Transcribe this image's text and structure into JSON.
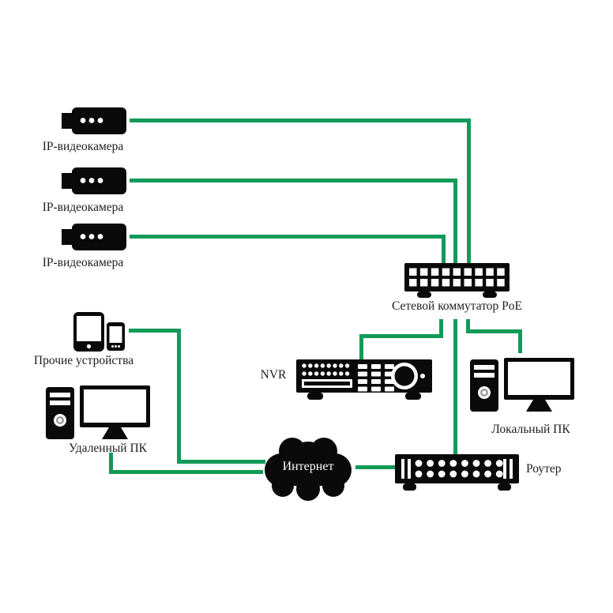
{
  "diagram_type": "ip-video-surveillance-network",
  "colors": {
    "line": "#129a58",
    "device": "#0a0a0a",
    "text": "#1e1e1e",
    "bg": "#ffffff"
  },
  "nodes": {
    "cameras": [
      {
        "label": "IP-видеокамера"
      },
      {
        "label": "IP-видеокамера"
      },
      {
        "label": "IP-видеокамера"
      }
    ],
    "other_devices": {
      "label": "Прочие устройства"
    },
    "remote_pc": {
      "label": "Удаленный ПК"
    },
    "nvr": {
      "label": "NVR"
    },
    "poe_switch": {
      "label": "Сетевой коммутатор PoE"
    },
    "internet": {
      "label": "Интернет"
    },
    "router": {
      "label": "Роутер"
    },
    "local_pc": {
      "label": "Локальный ПК"
    }
  },
  "connections": [
    {
      "from": "ip-camera-1",
      "to": "poe-switch"
    },
    {
      "from": "ip-camera-2",
      "to": "poe-switch"
    },
    {
      "from": "ip-camera-3",
      "to": "poe-switch"
    },
    {
      "from": "poe-switch",
      "to": "nvr"
    },
    {
      "from": "poe-switch",
      "to": "router"
    },
    {
      "from": "poe-switch",
      "to": "local-pc"
    },
    {
      "from": "other-devices",
      "to": "internet"
    },
    {
      "from": "remote-pc",
      "to": "internet"
    },
    {
      "from": "internet",
      "to": "router"
    }
  ]
}
